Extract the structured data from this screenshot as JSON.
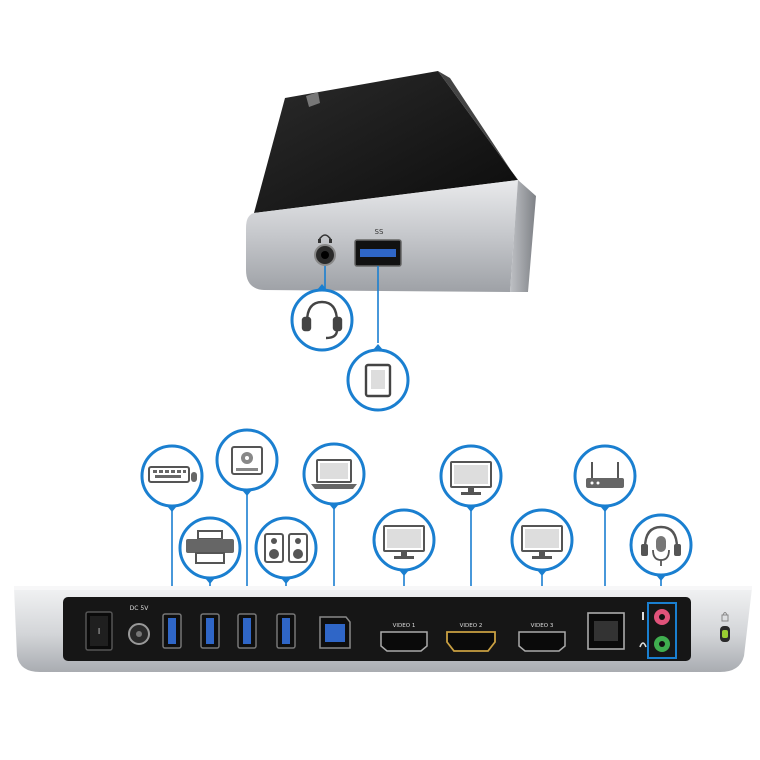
{
  "dock": {
    "front_usb_symbol": "SS",
    "power_label": "DC 5V",
    "switch_mark": "I",
    "video_ports": [
      {
        "label": "VIDEO 1"
      },
      {
        "label": "VIDEO 2"
      },
      {
        "label": "VIDEO 3"
      }
    ]
  },
  "colors": {
    "accent": "#1a7fd0",
    "dock_top": "#1b1b1b",
    "dock_silver": "#c9cbcf",
    "panel": "#161616",
    "usb_blue": "#2f66c7",
    "mic_pink": "#e0527a",
    "audio_green": "#3fae4f"
  },
  "callout_icons": [
    "headset-icon",
    "tablet-icon",
    "keyboard-icon",
    "hard-drive-icon",
    "printer-icon",
    "speakers-icon",
    "laptop-icon",
    "monitor-icon",
    "router-icon",
    "headset-mic-icon"
  ]
}
